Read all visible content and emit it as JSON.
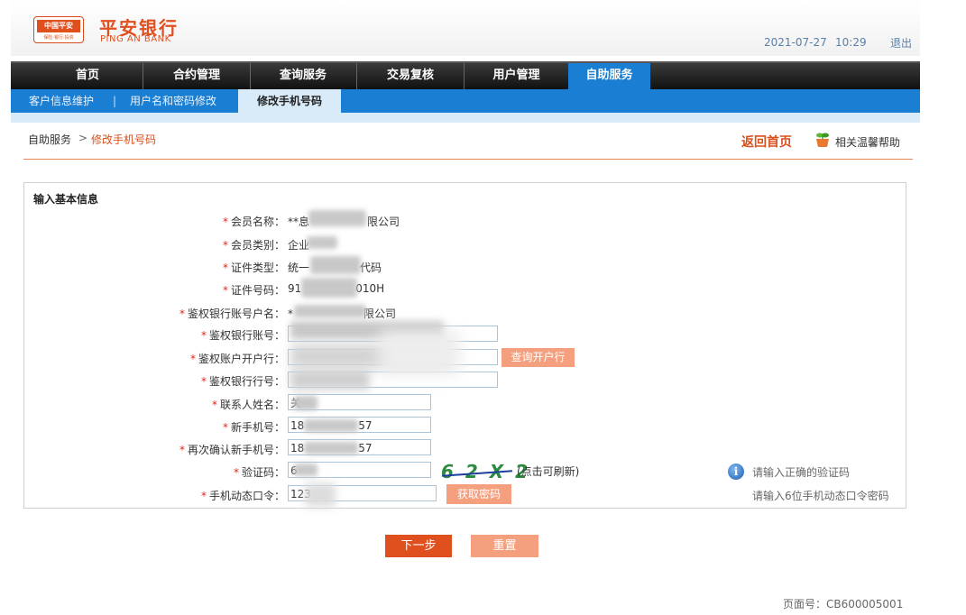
{
  "header": {
    "logo_text": "中国平安",
    "logo_sub": "保险·银行·投资",
    "bank_name": "平安银行",
    "bank_name_en": "PING AN BANK",
    "date": "2021-07-27",
    "time": "10:29",
    "logout": "退出"
  },
  "main_nav": [
    {
      "label": "首页"
    },
    {
      "label": "合约管理"
    },
    {
      "label": "查询服务"
    },
    {
      "label": "交易复核"
    },
    {
      "label": "用户管理"
    },
    {
      "label": "自助服务",
      "active": true
    }
  ],
  "sub_nav": [
    {
      "label": "客户信息维护"
    },
    {
      "label": "用户名和密码修改"
    },
    {
      "label": "修改手机号码",
      "active": true
    }
  ],
  "sub_nav_separator": "|",
  "breadcrumb": {
    "parent": "自助服务",
    "arrow": ">",
    "current": "修改手机号码"
  },
  "home_link": "返回首页",
  "help_link": "相关温馨帮助",
  "form": {
    "title": "输入基本信息",
    "required_mark": "*",
    "member_name": {
      "label": "会员名称：",
      "value_prefix": "**息",
      "value_suffix": "限公司"
    },
    "member_type": {
      "label": "会员类别：",
      "value": "企业"
    },
    "cert_type": {
      "label": "证件类型：",
      "value_prefix": "统一",
      "value_suffix": "代码"
    },
    "cert_no": {
      "label": "证件号码：",
      "value_prefix": "91",
      "value_suffix": "010H"
    },
    "account_name": {
      "label": "鉴权银行账号户名：",
      "value_prefix": "*",
      "value_suffix": "限公司"
    },
    "bank_account": {
      "label": "鉴权银行账号："
    },
    "account_bank": {
      "label": "鉴权账户开户行："
    },
    "query_bank_button": "查询开户行",
    "bank_code": {
      "label": "鉴权银行行号："
    },
    "contact_name": {
      "label": "联系人姓名：",
      "value": "关"
    },
    "new_mobile": {
      "label": "新手机号：",
      "value_prefix": "18",
      "value_suffix": "57"
    },
    "confirm_mobile": {
      "label": "再次确认新手机号：",
      "value_prefix": "18",
      "value_suffix": "57"
    },
    "captcha": {
      "label": "验证码：",
      "value": "6",
      "image_text": "6 2 X 2",
      "refresh_hint": "(点击可刷新)",
      "tip": "请输入正确的验证码"
    },
    "otp": {
      "label": "手机动态口令：",
      "value": "123",
      "button": "获取密码",
      "tip": "请输入6位手机动态口令密码"
    }
  },
  "buttons": {
    "next": "下一步",
    "reset": "重置"
  },
  "page_code": "页面号：CB600005001"
}
